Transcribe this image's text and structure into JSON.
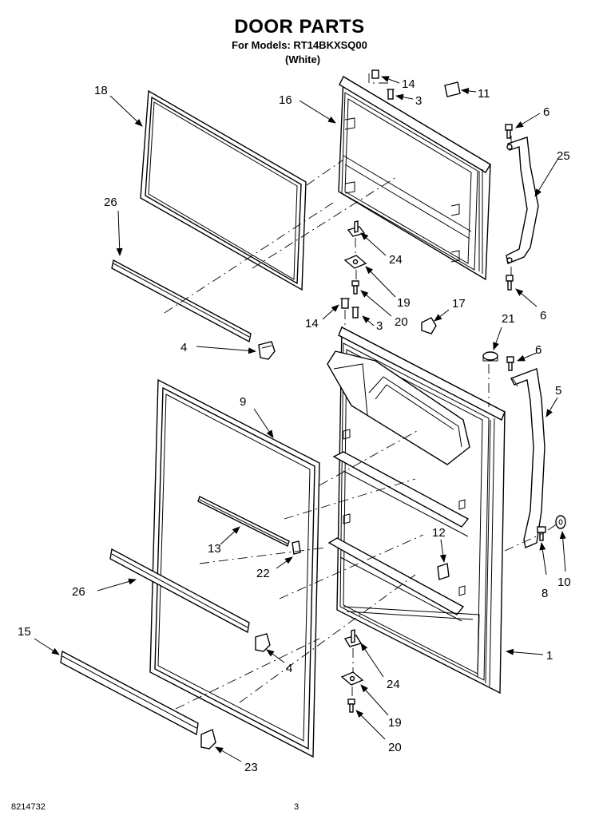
{
  "header": {
    "title": "DOOR PARTS",
    "models_line": "For Models: RT14BKXSQ00",
    "color_line": "(White)"
  },
  "footer": {
    "doc_number": "8214732",
    "page_number": "3"
  },
  "callouts": {
    "c1": "1",
    "c3a": "3",
    "c3b": "3",
    "c4a": "4",
    "c4b": "4",
    "c5": "5",
    "c6a": "6",
    "c6b": "6",
    "c6c": "6",
    "c8": "8",
    "c9": "9",
    "c10": "10",
    "c11": "11",
    "c12": "12",
    "c13": "13",
    "c14a": "14",
    "c14b": "14",
    "c15": "15",
    "c16": "16",
    "c17": "17",
    "c18": "18",
    "c19a": "19",
    "c19b": "19",
    "c20a": "20",
    "c20b": "20",
    "c21": "21",
    "c22": "22",
    "c23": "23",
    "c24a": "24",
    "c24b": "24",
    "c25": "25",
    "c26a": "26",
    "c26b": "26"
  }
}
